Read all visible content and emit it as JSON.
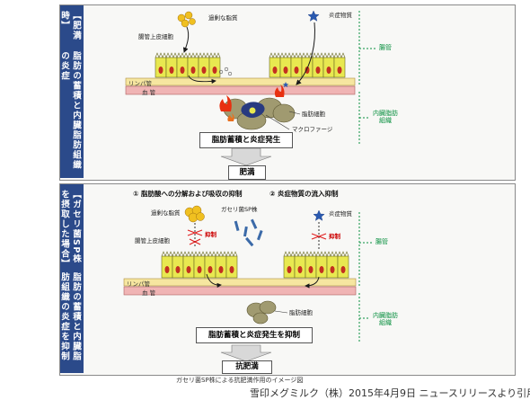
{
  "panel1": {
    "side_header": "【肥満時】",
    "side_text": "脂肪の蓄積と内臓脂肪組織の炎症",
    "excess_fat": "過剰な脂質",
    "inflammatory": "炎症物質",
    "epithelial": "腸管上皮細胞",
    "lymph": "リンパ管",
    "blood": "血 管",
    "intestine": "腸管",
    "visceral_fat": "内臓脂肪組織",
    "adipocyte": "脂肪細胞",
    "macrophage": "マクロファージ",
    "box": "脂肪蓄積と炎症発生",
    "result": "肥満"
  },
  "panel2": {
    "side_header": "【ガセリ菌SP株を摂取した場合】",
    "side_text": "脂肪の蓄積と内臓脂肪組織の炎症を抑制",
    "heading1": "① 脂肪酸への分解および吸収の抑制",
    "heading2": "② 炎症物質の流入抑制",
    "excess_fat": "過剰な脂質",
    "gasseri": "ガセリ菌SP株",
    "inflammatory": "炎症物質",
    "epithelial": "腸管上皮細胞",
    "suppress1": "抑制",
    "suppress2": "抑制",
    "lymph": "リンパ管",
    "blood": "血 管",
    "intestine": "腸管",
    "visceral_fat": "内臓脂肪組織",
    "adipocyte": "脂肪細胞",
    "box": "脂肪蓄積と炎症発生を抑制",
    "result": "抗肥満"
  },
  "caption": "ガセリ菌SP株による抗肥満作用のイメージ図",
  "credit": "雪印メグミルク（株）2015年4月9日 ニュースリリースより引用",
  "colors": {
    "side": "#2b4a8a",
    "green": "#0a9040",
    "cell_fill": "#e8e850",
    "nucleus": "#c33020",
    "lymph": "#f6e6a0",
    "blood": "#f0b4b4",
    "arrow": "#3a6ab0",
    "star": "#2a5ab0",
    "fat_droplet": "#f0c020",
    "bacteria": "#3b6aa8",
    "flame": "#e83010",
    "adipocyte": "#a09a70",
    "macrophage": "#283a80"
  }
}
